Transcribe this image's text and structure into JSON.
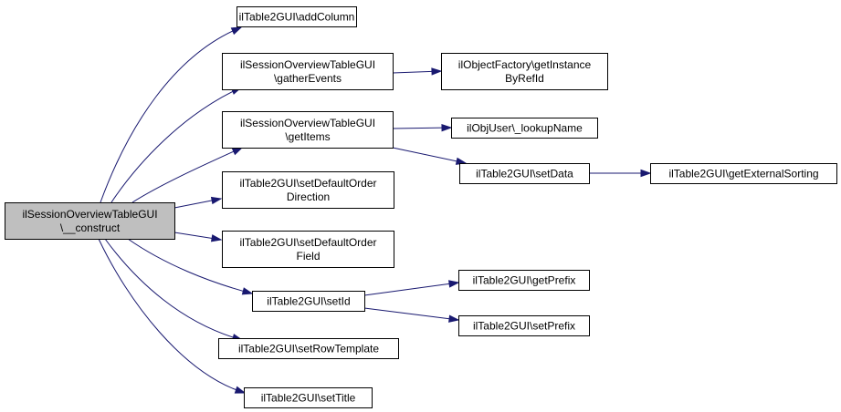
{
  "nodes": [
    {
      "id": "root",
      "lines": [
        "ilSessionOverviewTableGUI",
        "\\__construct"
      ],
      "root": true
    },
    {
      "id": "addColumn",
      "lines": [
        "ilTable2GUI\\addColumn"
      ]
    },
    {
      "id": "gatherEvents",
      "lines": [
        "ilSessionOverviewTableGUI",
        "\\gatherEvents"
      ]
    },
    {
      "id": "getInstance",
      "lines": [
        "ilObjectFactory\\getInstance",
        "ByRefId"
      ]
    },
    {
      "id": "getItems",
      "lines": [
        "ilSessionOverviewTableGUI",
        "\\getItems"
      ]
    },
    {
      "id": "lookupName",
      "lines": [
        "ilObjUser\\_lookupName"
      ]
    },
    {
      "id": "setData",
      "lines": [
        "ilTable2GUI\\setData"
      ]
    },
    {
      "id": "getExternalSorting",
      "lines": [
        "ilTable2GUI\\getExternalSorting"
      ]
    },
    {
      "id": "setDefaultOrderDirection",
      "lines": [
        "ilTable2GUI\\setDefaultOrder",
        "Direction"
      ]
    },
    {
      "id": "setDefaultOrderField",
      "lines": [
        "ilTable2GUI\\setDefaultOrder",
        "Field"
      ]
    },
    {
      "id": "setId",
      "lines": [
        "ilTable2GUI\\setId"
      ]
    },
    {
      "id": "getPrefix",
      "lines": [
        "ilTable2GUI\\getPrefix"
      ]
    },
    {
      "id": "setPrefix",
      "lines": [
        "ilTable2GUI\\setPrefix"
      ]
    },
    {
      "id": "setRowTemplate",
      "lines": [
        "ilTable2GUI\\setRowTemplate"
      ]
    },
    {
      "id": "setTitle",
      "lines": [
        "ilTable2GUI\\setTitle"
      ]
    }
  ],
  "edges": [
    {
      "from": "root",
      "to": "addColumn"
    },
    {
      "from": "root",
      "to": "gatherEvents"
    },
    {
      "from": "root",
      "to": "getItems"
    },
    {
      "from": "root",
      "to": "setDefaultOrderDirection"
    },
    {
      "from": "root",
      "to": "setDefaultOrderField"
    },
    {
      "from": "root",
      "to": "setId"
    },
    {
      "from": "root",
      "to": "setRowTemplate"
    },
    {
      "from": "root",
      "to": "setTitle"
    },
    {
      "from": "gatherEvents",
      "to": "getInstance"
    },
    {
      "from": "getItems",
      "to": "lookupName"
    },
    {
      "from": "getItems",
      "to": "setData"
    },
    {
      "from": "setData",
      "to": "getExternalSorting"
    },
    {
      "from": "setId",
      "to": "getPrefix"
    },
    {
      "from": "setId",
      "to": "setPrefix"
    }
  ],
  "colors": {
    "edge": "#191970",
    "root_fill": "#bfbfbf",
    "node_fill": "#ffffff",
    "border": "#000000"
  }
}
